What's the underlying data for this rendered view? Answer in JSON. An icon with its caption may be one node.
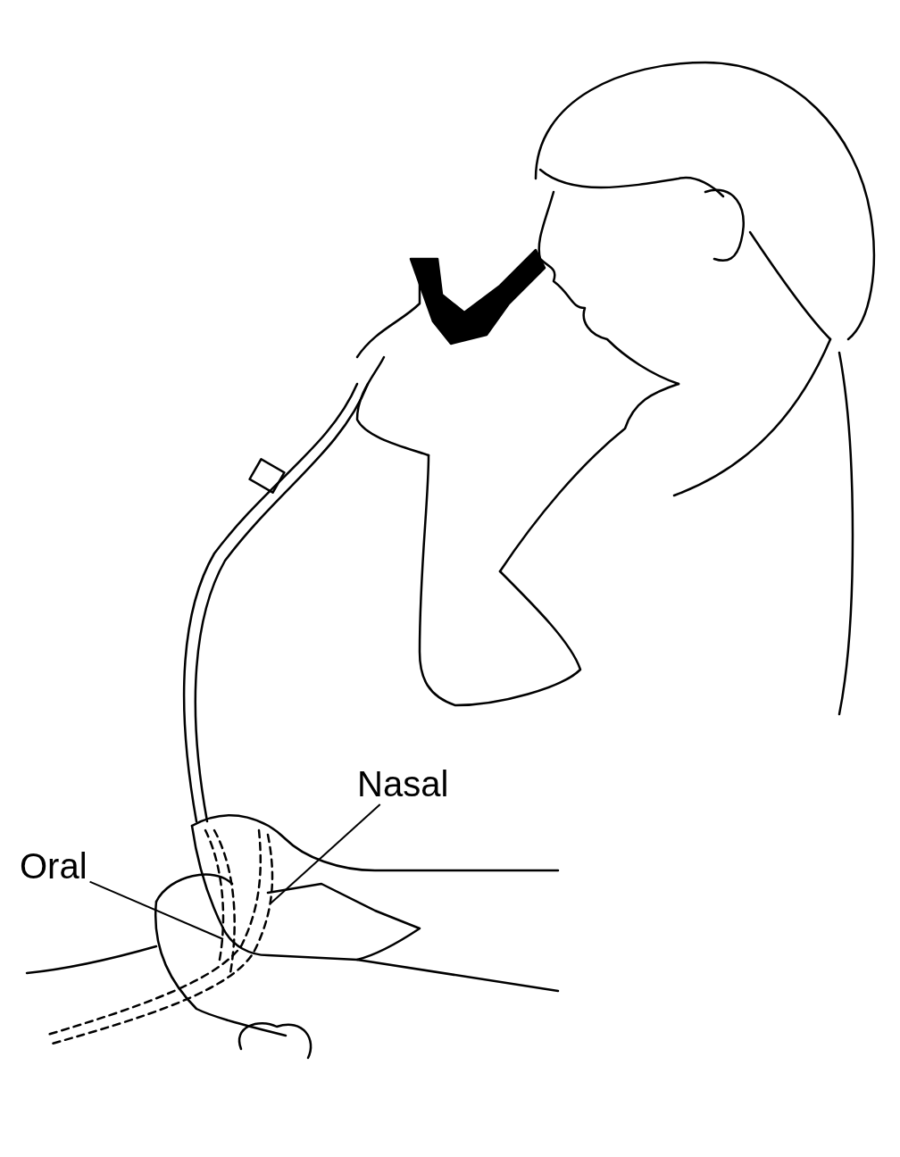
{
  "diagram": {
    "nodes": [
      {
        "text": [
          "Nasal"
        ]
      },
      {
        "text": [
          "Oral"
        ]
      }
    ],
    "edges": [
      {
        "from": 0,
        "to": null,
        "arrow": "none"
      },
      {
        "from": 1,
        "to": null,
        "arrow": "none"
      }
    ]
  }
}
